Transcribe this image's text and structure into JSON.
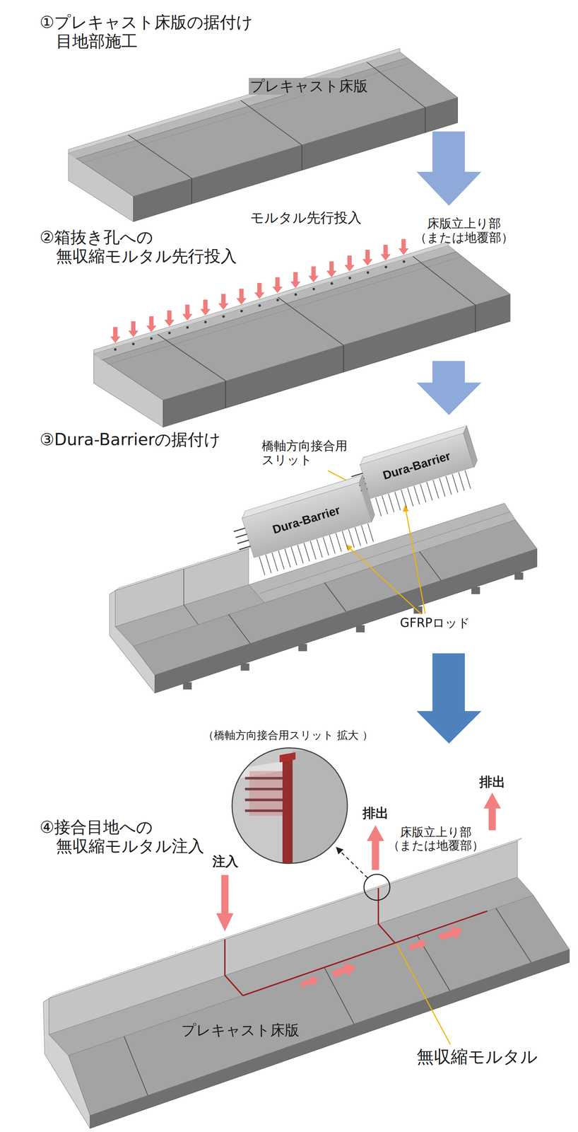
{
  "diagram": {
    "nodes": [
      {
        "text": [
          "Dura-Barrier"
        ]
      },
      {
        "text": [
          "Dura-Barrier"
        ]
      }
    ],
    "labels": [
      "①プレキャスト床版の据付け 目地部施工",
      "プレキャスト床版",
      "モルタル先行投入",
      "②箱抜き孔への 無収縮モルタル先行投入",
      "床版立上り部 （または地覆部）",
      "③Dura-Barrierの据付け",
      "橋軸方向接合用 スリット",
      "GFRPロッド",
      "（橋軸方向接合用スリット 拡大 ）",
      "④接合目地への 無収縮モルタル注入",
      "注入",
      "排出",
      "排出",
      "床版立上り部 （または地覆部）",
      "プレキャスト床版",
      "無収縮モルタル"
    ]
  }
}
